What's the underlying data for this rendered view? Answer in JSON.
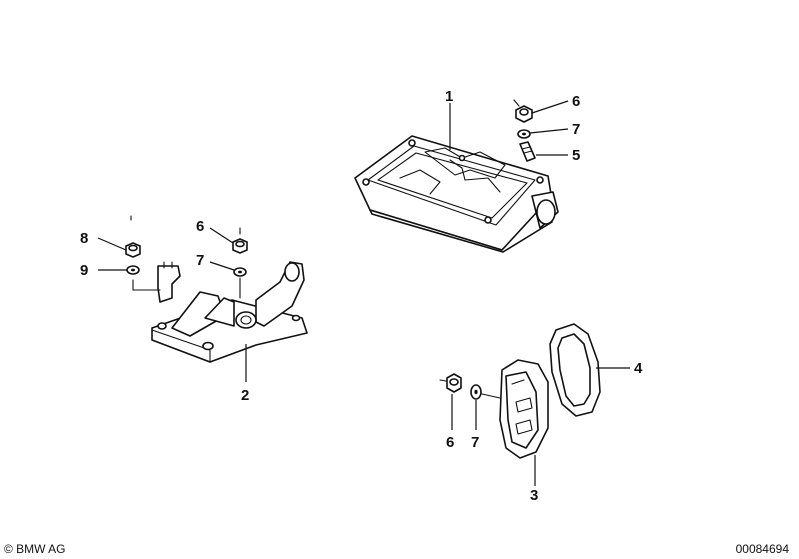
{
  "callouts": {
    "tank_1": "1",
    "tank_6": "6",
    "tank_7": "7",
    "tank_5": "5",
    "bracket_8": "8",
    "bracket_9": "9",
    "bracket_6": "6",
    "bracket_7": "7",
    "bracket_2": "2",
    "cover_4": "4",
    "cover_6": "6",
    "cover_7": "7",
    "cover_3": "3"
  },
  "footer": {
    "copyright": "© BMW AG",
    "diagram_id": "00084694"
  }
}
